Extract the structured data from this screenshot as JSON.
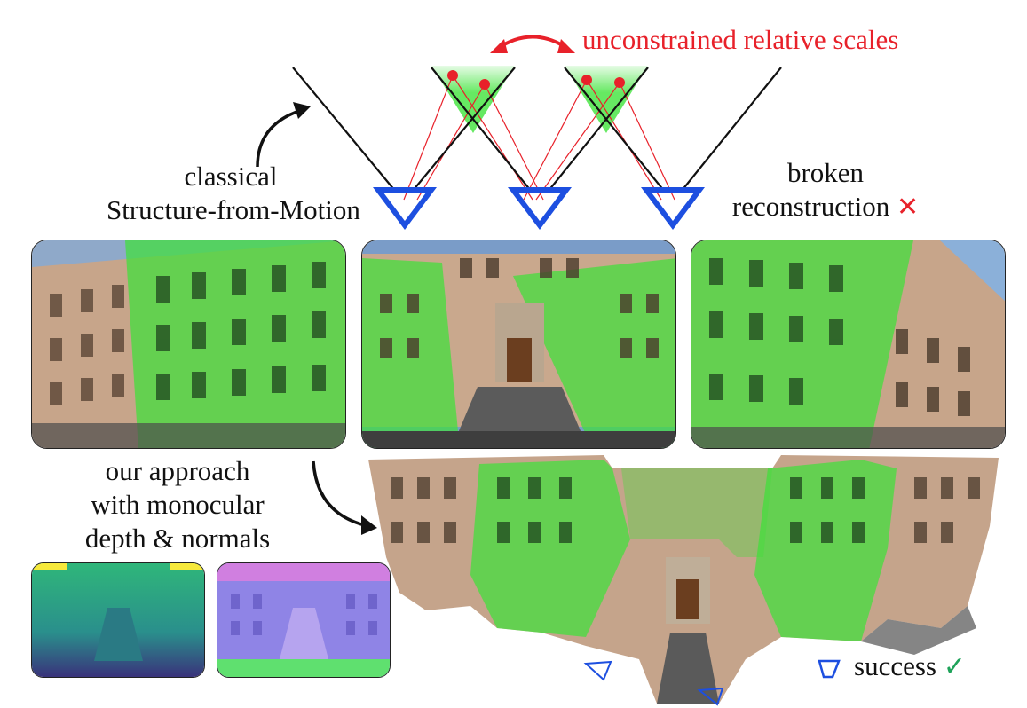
{
  "labels": {
    "scales": "unconstrained relative scales",
    "classical_line1": "classical",
    "classical_line2": "Structure-from-Motion",
    "broken_line1": "broken",
    "broken_line2": "reconstruction",
    "approach_line1": "our approach",
    "approach_line2": "with monocular",
    "approach_line3": "depth & normals",
    "success": "success"
  },
  "icons": {
    "fail": "cross-icon",
    "ok": "check-icon",
    "camera": "camera-frustum-icon"
  },
  "colors": {
    "camera_blue": "#1d4fe0",
    "cone_line": "#111111",
    "ray_red": "#e8212a",
    "overlap_green": "#5ee85a",
    "cross_red": "#e8212a",
    "check_green": "#1fa35a"
  }
}
